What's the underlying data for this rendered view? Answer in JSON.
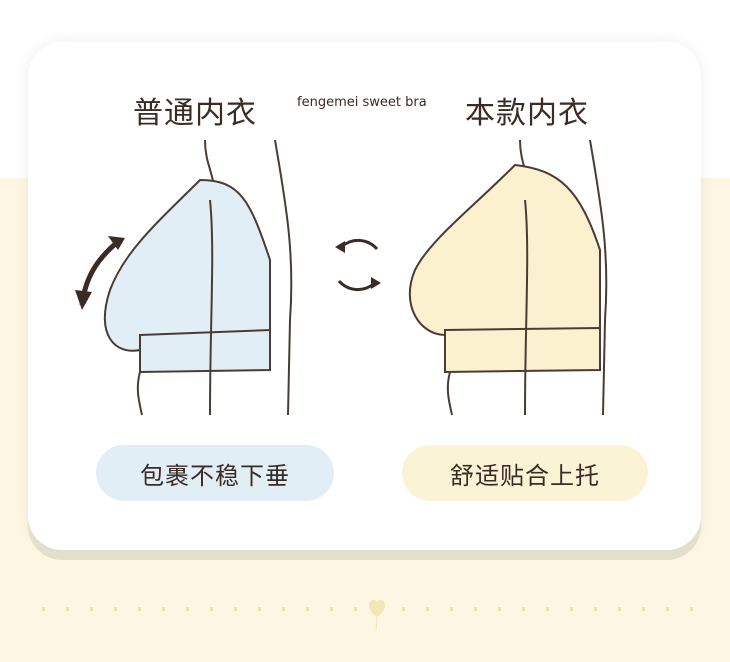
{
  "header": {
    "left_title": "普通内衣",
    "brand": "fengemei sweet bra",
    "right_title": "本款内衣"
  },
  "labels": {
    "left": "包裹不稳下垂",
    "right": "舒适贴合上托"
  },
  "colors": {
    "cream": "#fcf6e3",
    "blue_bra": "#e2eef6",
    "yellow_bra": "#fcf1cf",
    "ink": "#3a2c24"
  }
}
